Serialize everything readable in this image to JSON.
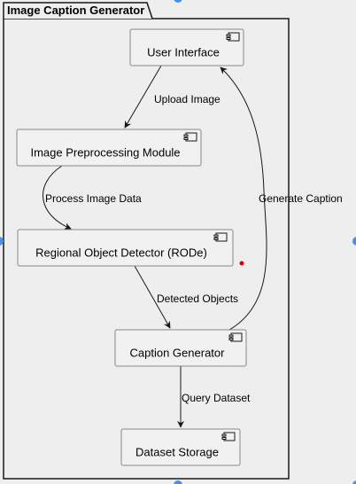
{
  "package": {
    "title": "Image Caption Generator"
  },
  "nodes": {
    "user_interface": "User Interface",
    "preprocessing": "Image Preprocessing Module",
    "rode": "Regional Object Detector (RODe)",
    "caption_generator": "Caption Generator",
    "dataset_storage": "Dataset Storage"
  },
  "edges": {
    "upload_image": "Upload Image",
    "process_image_data": "Process Image Data",
    "detected_objects": "Detected Objects",
    "query_dataset": "Query Dataset",
    "generate_caption": "Generate Caption"
  },
  "colors": {
    "canvas": "#eeeeee",
    "node_fill": "#f1f1f1",
    "border": "#181818",
    "node_border": "#888888",
    "handle": "#4a90e2",
    "marker": "#e00000"
  }
}
